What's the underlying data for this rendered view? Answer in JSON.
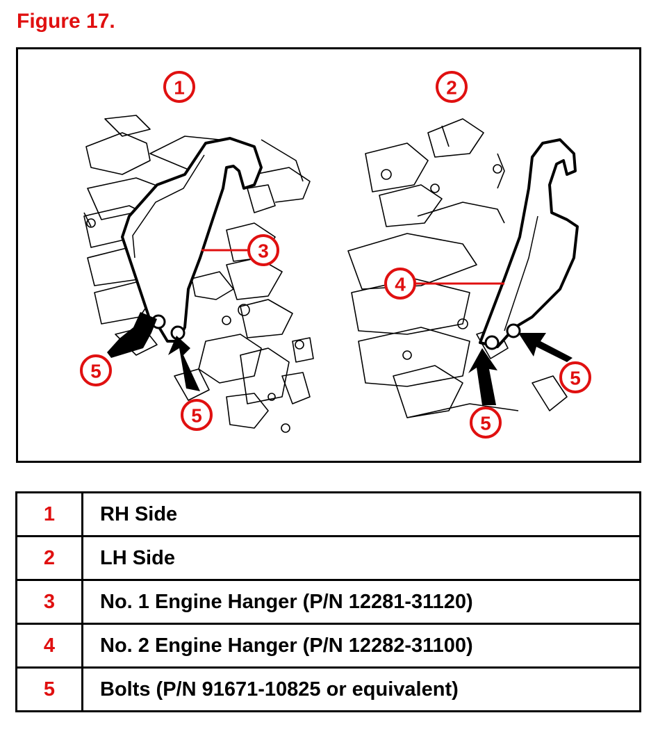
{
  "figure_title": "Figure 17.",
  "colors": {
    "callout_red": "#e01010",
    "line_black": "#000000"
  },
  "diagram": {
    "views": [
      {
        "number": "1"
      },
      {
        "number": "2"
      }
    ],
    "callouts": {
      "hanger_no1": "3",
      "hanger_no2": "4",
      "bolt_left_a": "5",
      "bolt_left_b": "5",
      "bolt_right_a": "5",
      "bolt_right_b": "5"
    }
  },
  "legend": {
    "rows": [
      {
        "num": "1",
        "desc": "RH Side"
      },
      {
        "num": "2",
        "desc": "LH Side"
      },
      {
        "num": "3",
        "desc": "No. 1 Engine Hanger (P/N 12281-31120)"
      },
      {
        "num": "4",
        "desc": "No. 2 Engine Hanger (P/N 12282-31100)"
      },
      {
        "num": "5",
        "desc": "Bolts (P/N 91671-10825 or equivalent)"
      }
    ]
  }
}
